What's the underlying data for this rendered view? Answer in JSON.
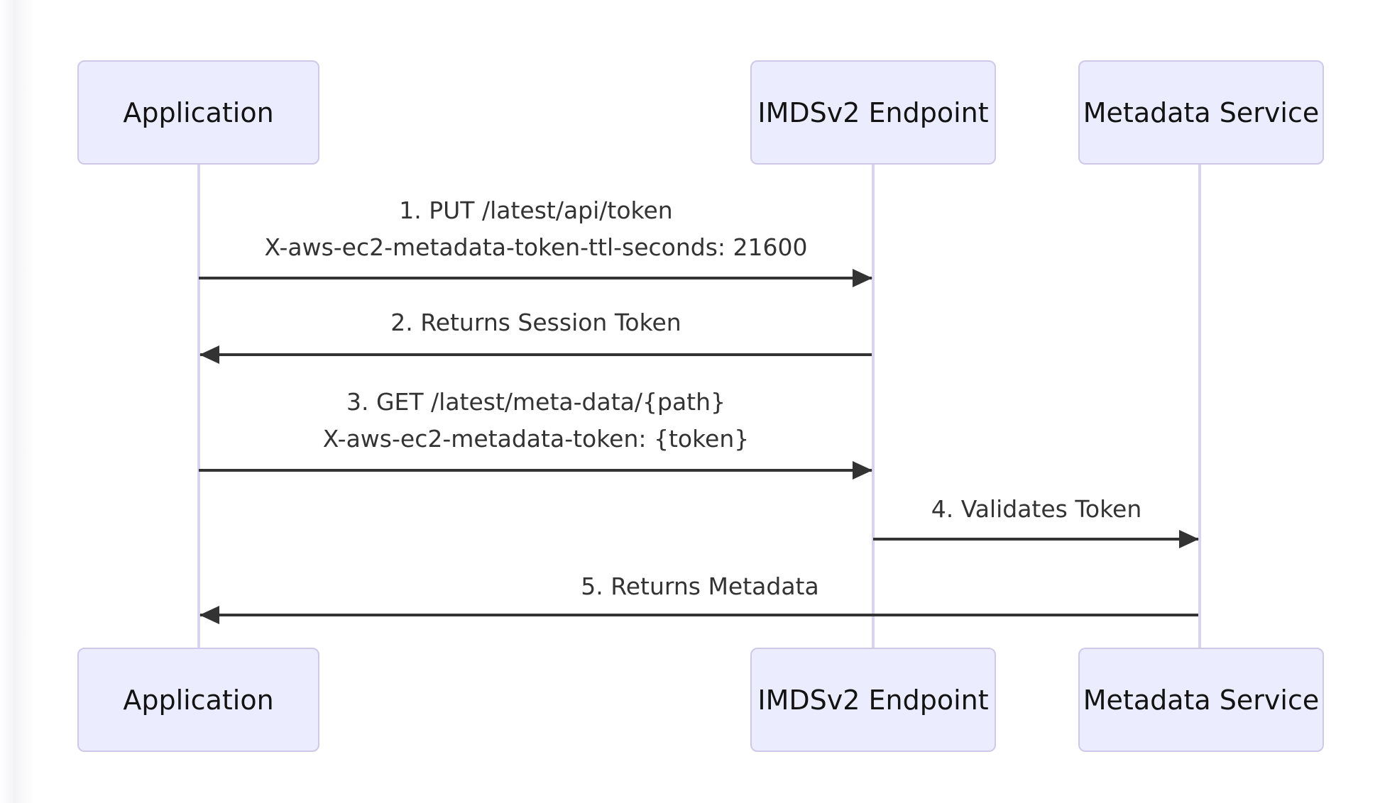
{
  "diagram": {
    "type": "sequence",
    "actors": [
      {
        "id": "application",
        "label": "Application"
      },
      {
        "id": "imdsv2-endpoint",
        "label": "IMDSv2 Endpoint"
      },
      {
        "id": "metadata-service",
        "label": "Metadata Service"
      }
    ],
    "messages": [
      {
        "from": "Application",
        "to": "IMDSv2 Endpoint",
        "direction": "right",
        "line_style": "solid",
        "lines": [
          "1. PUT /latest/api/token",
          "X-aws-ec2-metadata-token-ttl-seconds: 21600"
        ]
      },
      {
        "from": "IMDSv2 Endpoint",
        "to": "Application",
        "direction": "left",
        "line_style": "solid",
        "lines": [
          "2. Returns Session Token"
        ]
      },
      {
        "from": "Application",
        "to": "IMDSv2 Endpoint",
        "direction": "right",
        "line_style": "solid",
        "lines": [
          "3. GET /latest/meta-data/{path}",
          "X-aws-ec2-metadata-token: {token}"
        ]
      },
      {
        "from": "IMDSv2 Endpoint",
        "to": "Metadata Service",
        "direction": "right",
        "line_style": "solid",
        "lines": [
          "4. Validates Token"
        ]
      },
      {
        "from": "Metadata Service",
        "to": "Application",
        "direction": "left",
        "line_style": "solid",
        "lines": [
          "5. Returns Metadata"
        ]
      }
    ],
    "colors": {
      "actor_fill": "#ECECFF",
      "actor_border": "#CFC8E8",
      "lifeline": "#D9D3EF",
      "arrow": "#333333",
      "message_text": "#333333",
      "actor_text": "#131313",
      "background": "#FFFFFF"
    }
  }
}
